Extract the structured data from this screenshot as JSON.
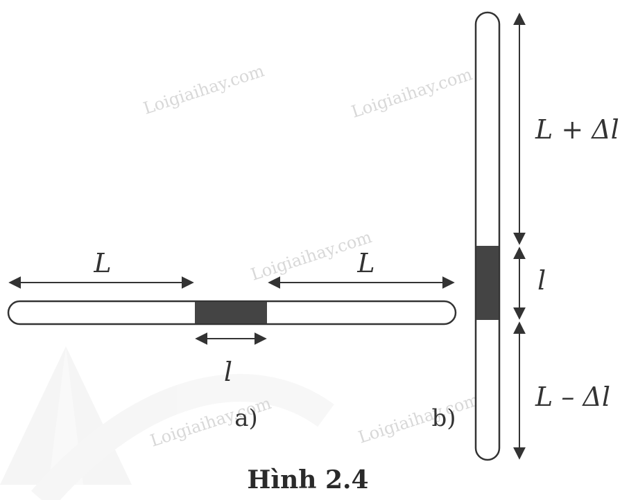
{
  "figure": {
    "label_L_left": "L",
    "label_L_right": "L",
    "label_l_horizontal": "l",
    "label_a": "a)",
    "label_b": "b)",
    "label_L_plus": "L + Δl",
    "label_l_vertical": "l",
    "label_L_minus": "L – Δl",
    "caption": "Hình 2.4"
  },
  "watermark": {
    "text": "Loigiaihay.com"
  },
  "colors": {
    "stroke": "#333333",
    "mercury": "#444444",
    "watermark": "#d8d8d8"
  }
}
